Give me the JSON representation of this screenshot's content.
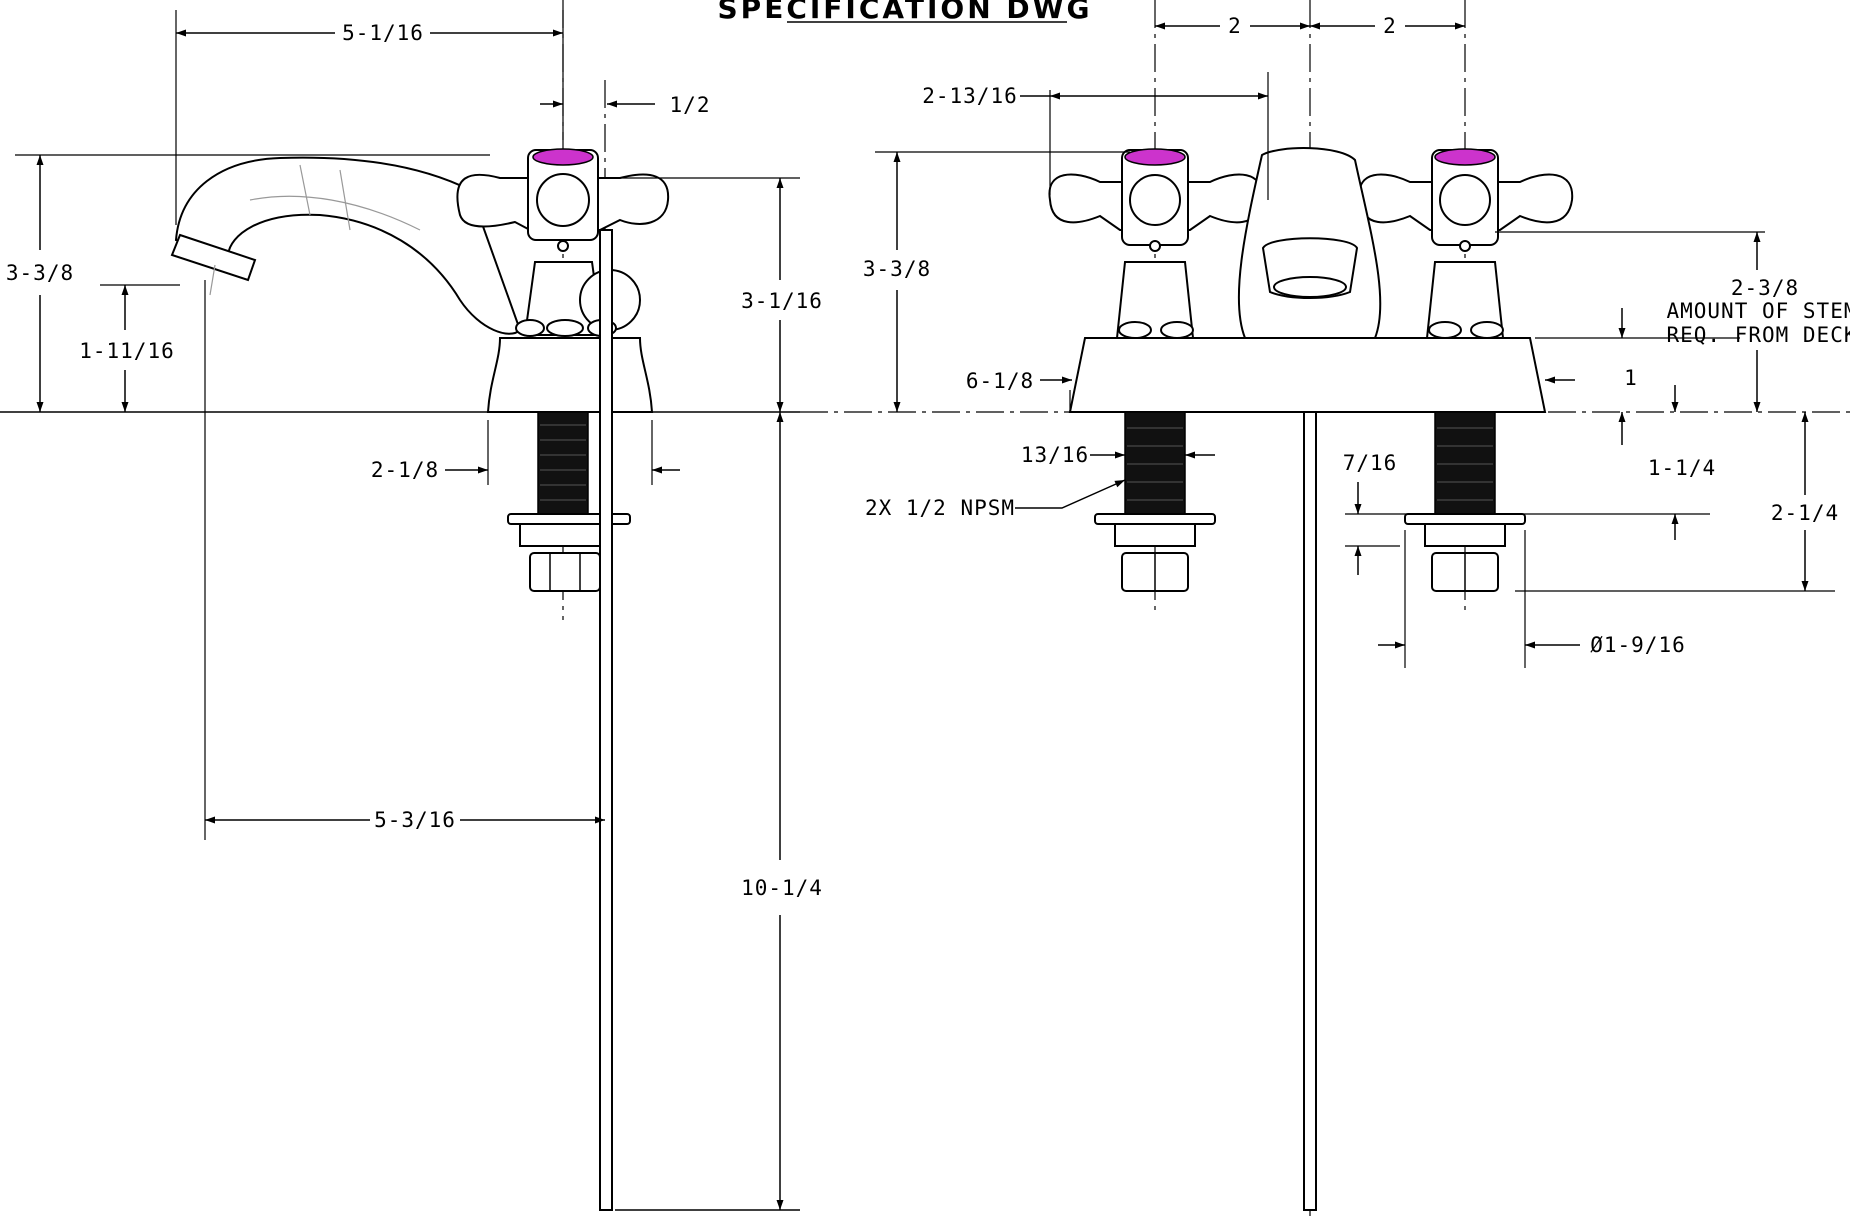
{
  "title": "SPECIFICATION DWG",
  "accent_colors": {
    "index_button": "#cc33cc",
    "line": "#000000"
  },
  "side_view": {
    "spout_reach_top": "5-1/16",
    "stem_offset": "1/2",
    "overall_height": "3-3/8",
    "spout_height": "1-11/16",
    "handle_height": "3-1/16",
    "base_diameter": "2-1/8",
    "spout_reach_bottom": "5-3/16",
    "lift_rod_length": "10-1/4"
  },
  "front_view": {
    "center_left": "2",
    "center_right": "2",
    "handle_span": "2-13/16",
    "overall_height": "3-3/8",
    "deck_width": "6-1/8",
    "shank_diameter": "13/16",
    "thread_callout": "2X 1/2 NPSM",
    "nut_thickness": "7/16",
    "stem_amount": "2-3/8",
    "stem_note_line1": "AMOUNT OF STEM",
    "stem_note_line2": "REQ. FROM DECK",
    "deck_thickness": "1",
    "shank_to_nut": "1-1/4",
    "shank_length": "2-1/4",
    "nut_diameter": "Ø1-9/16"
  }
}
